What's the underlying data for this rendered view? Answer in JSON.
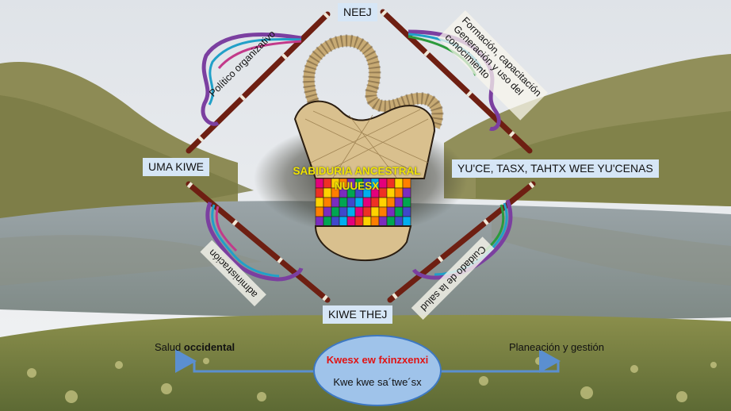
{
  "diagram": {
    "center": {
      "line1": "SABIDURIA ANCESTRAL",
      "line2": "NUUESX"
    },
    "nodes": {
      "top": "NEEJ",
      "left": "UMA KIWE",
      "right": "YU'CE, TASX, TAHTX WEE YU'CENAS",
      "bottom": "KIWE THEJ"
    },
    "rotated": {
      "top_left": "Político organizativo",
      "top_right_lines": [
        "Formación, capacitación",
        "Generación y uso del",
        "conocimiento"
      ],
      "bottom_left": "administración",
      "bottom_right": "Cuidado de la salud"
    },
    "bottom": {
      "left_label_normal": "Salud ",
      "left_label_bold": "occidental",
      "right_label": "Planeación y gestión",
      "ellipse_line1": "Kwesx ew fxinzxenxi",
      "ellipse_line2": "Kwe kwe sa´twe´sx"
    }
  },
  "colors": {
    "sky": "#e6e9ec",
    "mountain": "#8f8e58",
    "lake": "#8f9aa0",
    "grass": "#6f7a3c",
    "box_fill": "#d6e6f6",
    "center_text": "#f0e400",
    "ellipse_fill": "#9fc3ea",
    "ellipse_red_text": "#e01414",
    "arrow_blue": "#5b8fd0",
    "stick": "#6e1f12"
  }
}
